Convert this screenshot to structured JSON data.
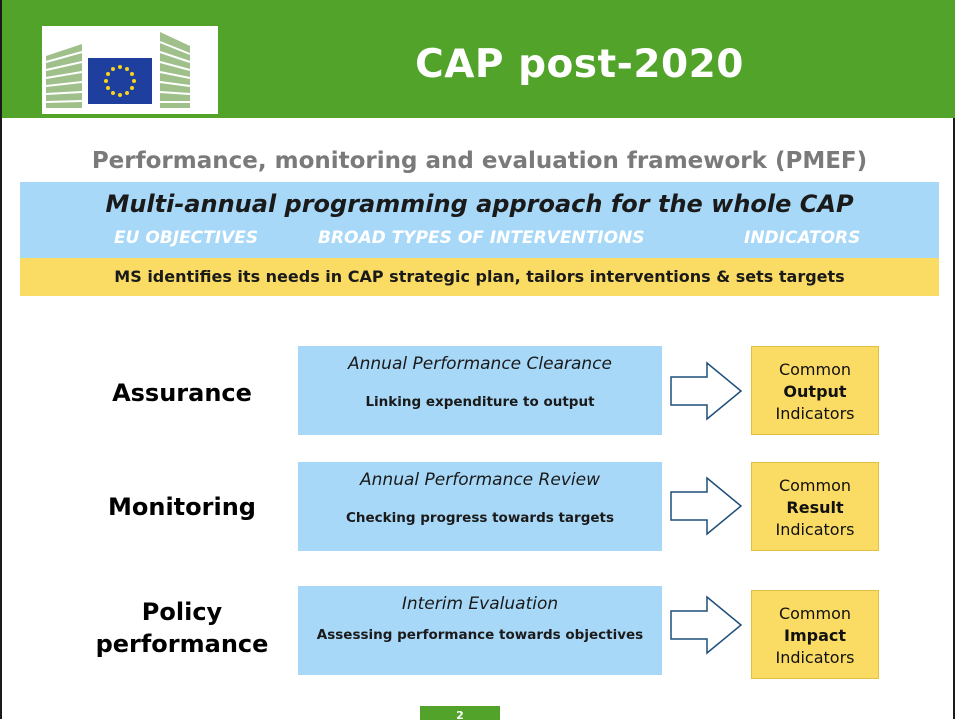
{
  "header": {
    "title": "CAP post-2020",
    "logo_icon": "european-commission-logo",
    "brand_color": "#52a32a"
  },
  "subtitle": "Performance, monitoring and evaluation framework (PMEF)",
  "programming": {
    "title": "Multi-annual programming approach for the whole CAP",
    "items": [
      "EU OBJECTIVES",
      "BROAD TYPES OF INTERVENTIONS",
      "INDICATORS"
    ],
    "note": "MS identifies its needs in CAP strategic plan, tailors interventions & sets targets"
  },
  "rows": [
    {
      "label": "Assurance",
      "process_title": "Annual Performance Clearance",
      "process_desc": "Linking expenditure to output",
      "indicator_pre": "Common",
      "indicator_type": "Output",
      "indicator_post": "Indicators"
    },
    {
      "label": "Monitoring",
      "process_title": "Annual Performance Review",
      "process_desc": "Checking progress towards targets",
      "indicator_pre": "Common",
      "indicator_type": "Result",
      "indicator_post": "Indicators"
    },
    {
      "label": "Policy performance",
      "process_title": "Interim Evaluation",
      "process_desc": "Assessing performance towards objectives",
      "indicator_pre": "Common",
      "indicator_type": "Impact",
      "indicator_post": "Indicators"
    }
  ],
  "page_number": "2"
}
